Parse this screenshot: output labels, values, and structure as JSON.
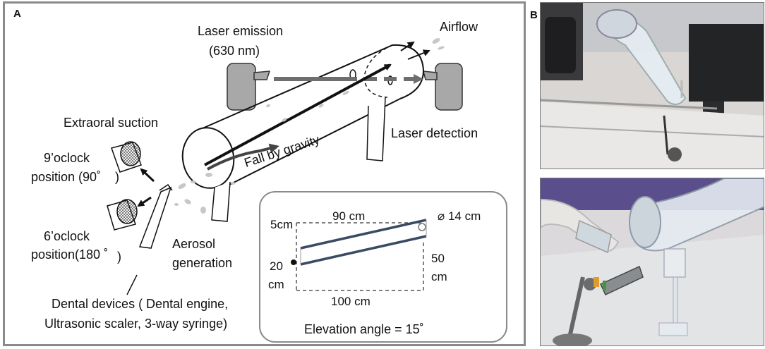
{
  "panels": {
    "a_label": "A",
    "b_label": "B"
  },
  "labels": {
    "laser_emission": "Laser emission",
    "wavelength": "(630 nm)",
    "airflow": "Airflow",
    "extraoral_suction": "Extraoral suction",
    "nine_oclock": "9’oclock",
    "nine_position": "position (90˚",
    "nine_close": ")",
    "six_oclock": "6’oclock",
    "six_position": "position(180 ˚",
    "six_close": ")",
    "laser_detection": "Laser detection",
    "fall_by_gravity": "Fall by gravity",
    "aerosol": "Aerosol",
    "generation": "generation",
    "dental_devices_1": "Dental devices ( Dental engine,",
    "dental_devices_2": "Ultrasonic scaler, 3-way syringe)"
  },
  "inset": {
    "dim_5cm": "5cm",
    "dim_90cm": "90 cm",
    "dim_diameter": "⌀ 14 cm",
    "dim_20": "20",
    "dim_cm_left": "cm",
    "dim_50": "50",
    "dim_cm_right": "cm",
    "dim_100cm": "100 cm",
    "elevation": "Elevation angle = 15˚"
  },
  "colors": {
    "tube_stroke": "#111111",
    "arrow_gray": "#6e6e6e",
    "device_fill": "#a8a8a8",
    "pipe_navy": "#3b4a63",
    "border_gray": "#8a8a8a"
  }
}
